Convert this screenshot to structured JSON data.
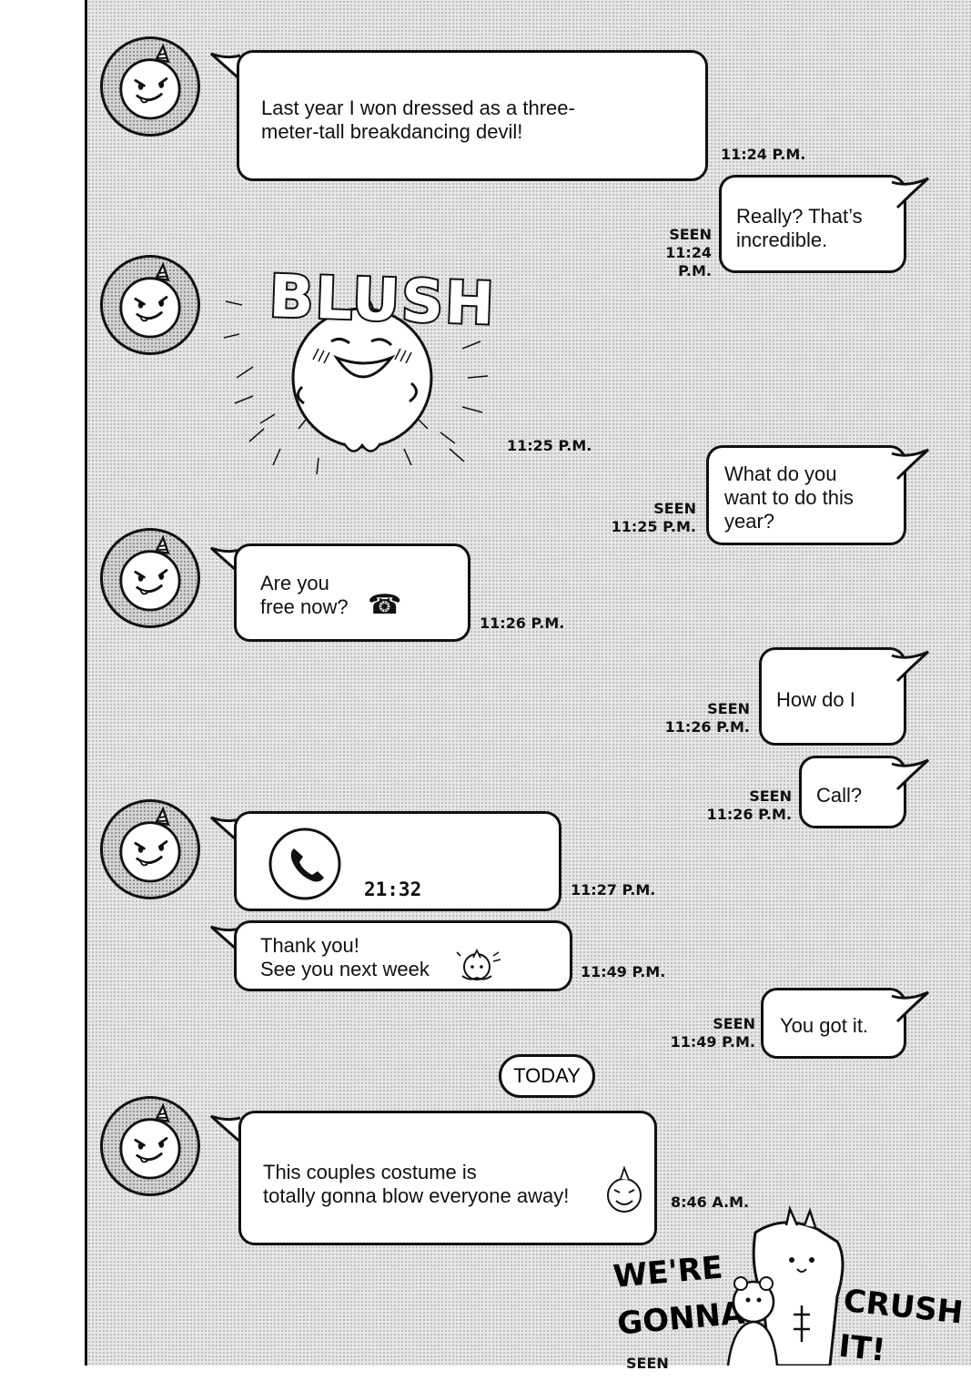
{
  "received_label": "SEEN",
  "messages": [
    {
      "text": "Last year I won dressed as a three-\nmeter-tall breakdancing devil!",
      "time": "11:24 P.M."
    },
    {
      "text": "Really? That’s\nincredible.",
      "status": "SEEN",
      "time": "11:24 P.M."
    },
    {
      "sticker": "blush-devil-sticker",
      "sfx": "BLUSH",
      "time": "11:25 P.M."
    },
    {
      "text": "What do you\nwant to do this\nyear?",
      "status": "SEEN",
      "time": "11:25 P.M."
    },
    {
      "text": "Are you\nfree now?",
      "emoji": "☎",
      "time": "11:26 P.M."
    },
    {
      "text": "How do I",
      "status": "SEEN",
      "time": "11:26 P.M."
    },
    {
      "text": "Call?",
      "status": "SEEN",
      "time": "11:26 P.M."
    },
    {
      "call_duration": "21:32",
      "time": "11:27 P.M."
    },
    {
      "text": "Thank you!\nSee you next week",
      "time": "11:49 P.M."
    },
    {
      "text": "You got it.",
      "status": "SEEN",
      "time": "11:49 P.M."
    },
    {
      "text": "This couples costume is\ntotally gonna blow everyone away!",
      "time": "8:46 A.M."
    }
  ],
  "date_divider": "TODAY",
  "footer": {
    "sfx_left": "WE'RE\nGONNA",
    "sfx_right": "CRUSH\nIT!",
    "partial_status": "SEEN"
  },
  "icons": {
    "avatar": "devil-avatar-icon",
    "phone": "phone-icon",
    "telephone_emoji": "telephone-icon"
  }
}
